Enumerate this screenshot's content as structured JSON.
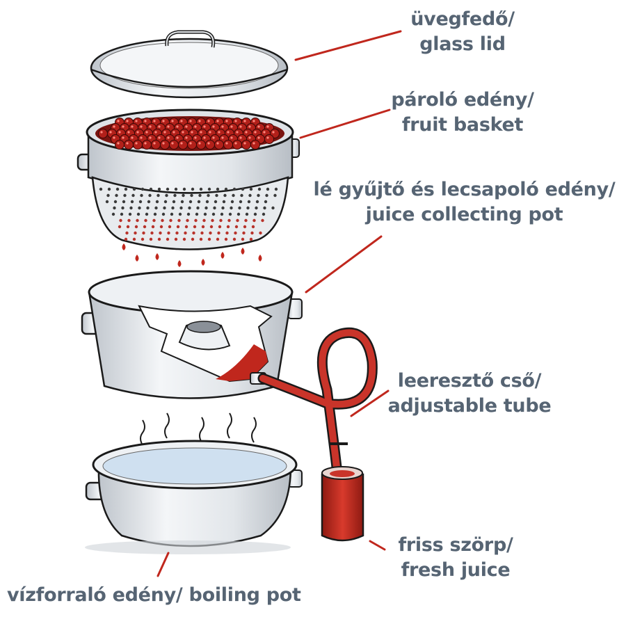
{
  "labels": {
    "glass_lid": {
      "hu": "üvegfedő/",
      "en": "glass lid"
    },
    "fruit_basket": {
      "hu": "pároló edény/",
      "en": "fruit basket"
    },
    "juice_collecting": {
      "hu": "lé gyűjtő és lecsapoló edény/",
      "en": "juice collecting pot"
    },
    "tube": {
      "hu": "leeresztő cső/",
      "en": "adjustable tube"
    },
    "fresh_juice": {
      "hu": "friss szörp/",
      "en": "fresh juice"
    },
    "boiling_pot": {
      "text": "vízforraló edény/ boiling pot"
    }
  },
  "colors": {
    "label_text": "#566473",
    "leader_line": "#c0271d",
    "juice_red": "#c0271d",
    "water_blue": "#cfe0f0",
    "metal_light": "#eef1f4",
    "metal_shade": "#c9ced4",
    "outline": "#1a1a1a"
  }
}
